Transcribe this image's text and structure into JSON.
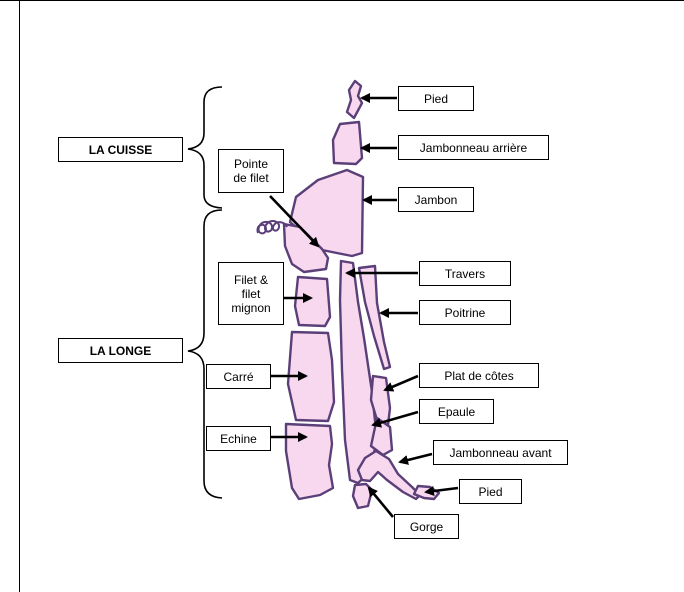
{
  "diagram": {
    "group_labels": {
      "cuisse": "LA CUISSE",
      "longe": "LA LONGE"
    },
    "part_labels": {
      "pied_top": "Pied",
      "jambonneau_arriere": "Jambonneau arrière",
      "jambon": "Jambon",
      "pointe_de_filet": "Pointe\nde filet",
      "travers": "Travers",
      "filet_mignon": "Filet &\nfilet\nmignon",
      "poitrine": "Poitrine",
      "carre": "Carré",
      "plat_de_cotes": "Plat de côtes",
      "epaule": "Epaule",
      "echine": "Echine",
      "jambonneau_avant": "Jambonneau avant",
      "pied_bottom": "Pied",
      "gorge": "Gorge"
    },
    "colors": {
      "piece_fill": "#f8d8ef",
      "piece_stroke": "#5b3f78",
      "line": "#000000"
    }
  }
}
